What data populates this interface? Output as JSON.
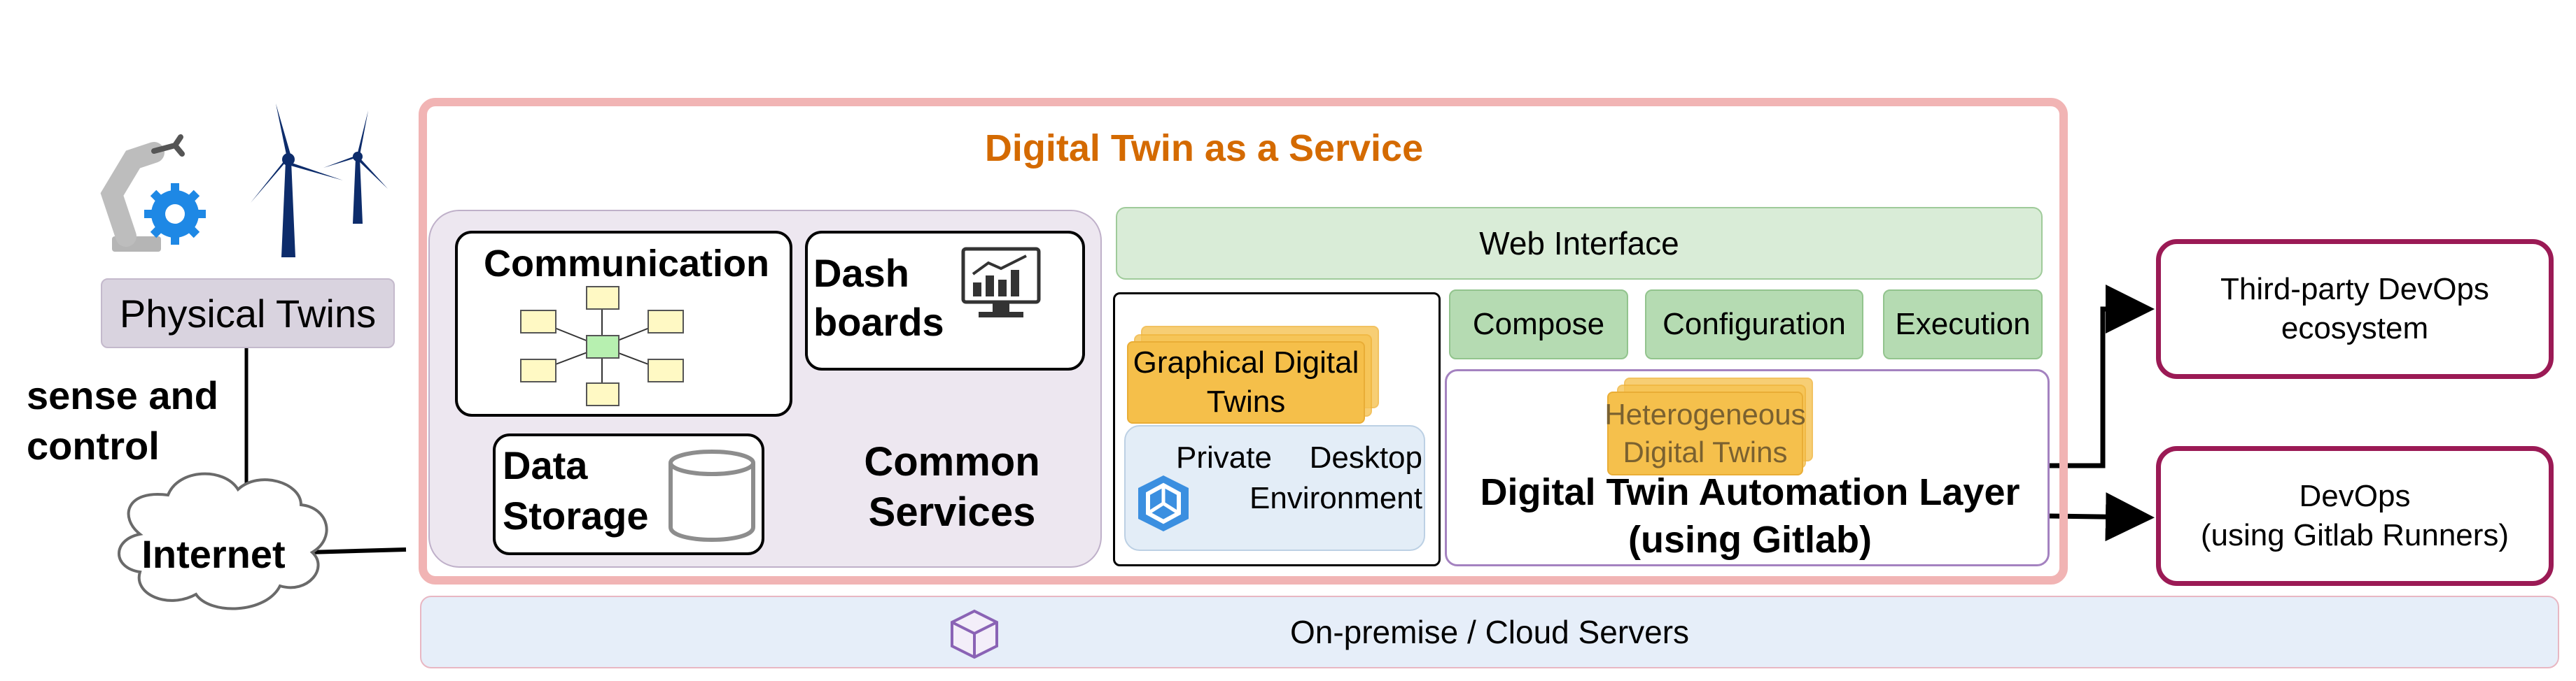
{
  "title": "Digital Twin as a Service",
  "physical_twins": "Physical Twins",
  "sense_control": [
    "sense and",
    "control"
  ],
  "internet": "Internet",
  "common_services": {
    "communication": "Communication",
    "dashboards": [
      "Dash",
      "boards"
    ],
    "data_storage": [
      "Data",
      "Storage"
    ],
    "label": [
      "Common",
      "Services"
    ]
  },
  "web_interface": "Web Interface",
  "graphical_digital_twins": [
    "Graphical Digital",
    "Twins"
  ],
  "private_desktop": [
    "Private Desktop",
    "Environment"
  ],
  "tools": {
    "compose": "Compose",
    "configuration": "Configuration",
    "execution": "Execution"
  },
  "heterogeneous_twins": [
    "Heterogeneous",
    "Digital Twins"
  ],
  "automation_layer": [
    "Digital Twin Automation Layer",
    "(using Gitlab)"
  ],
  "third_party": [
    "Third-party DevOps",
    "ecosystem"
  ],
  "devops": [
    "DevOps",
    "(using Gitlab Runners)"
  ],
  "servers": "On-premise / Cloud Servers",
  "colors": {
    "frame": "#f1b4b4",
    "title": "#d46a00",
    "devops_border": "#9b1a55",
    "tool_chip": "#b5dbb2",
    "note": "#f5bf4a"
  }
}
